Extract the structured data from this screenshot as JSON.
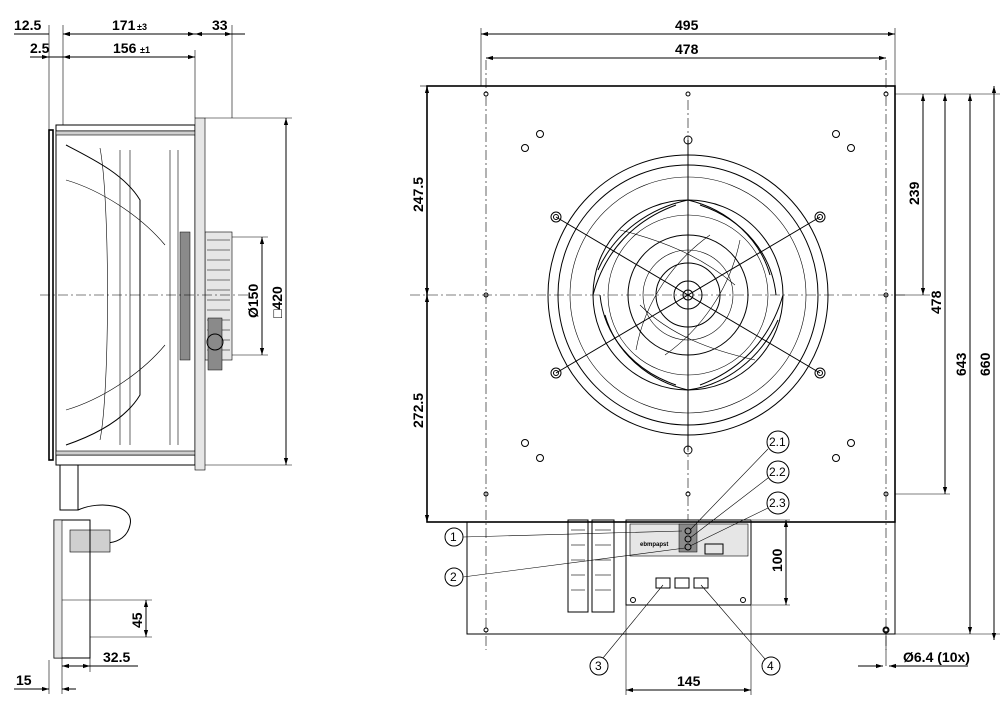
{
  "side_view": {
    "dims": {
      "d_12_5": "12.5",
      "d_171": "171",
      "d_171_tol": "±3",
      "d_33": "33",
      "d_2_5": "2.5",
      "d_156": "156",
      "d_156_tol": "±1",
      "d_150": "Ø150",
      "d_420": "□420",
      "d_45": "45",
      "d_32_5": "32.5",
      "d_15": "15"
    }
  },
  "front_view": {
    "dims": {
      "d_495": "495",
      "d_478_top": "478",
      "d_247_5": "247.5",
      "d_272_5": "272.5",
      "d_239": "239",
      "d_478_side": "478",
      "d_643": "643",
      "d_660": "660",
      "d_100": "100",
      "d_145": "145",
      "d_hole": "Ø6.4 (10x)"
    },
    "callouts": {
      "c1": "1",
      "c2": "2",
      "c3": "3",
      "c4": "4",
      "c21": "2.1",
      "c22": "2.2",
      "c23": "2.3"
    },
    "brand": "ebmpapst"
  }
}
